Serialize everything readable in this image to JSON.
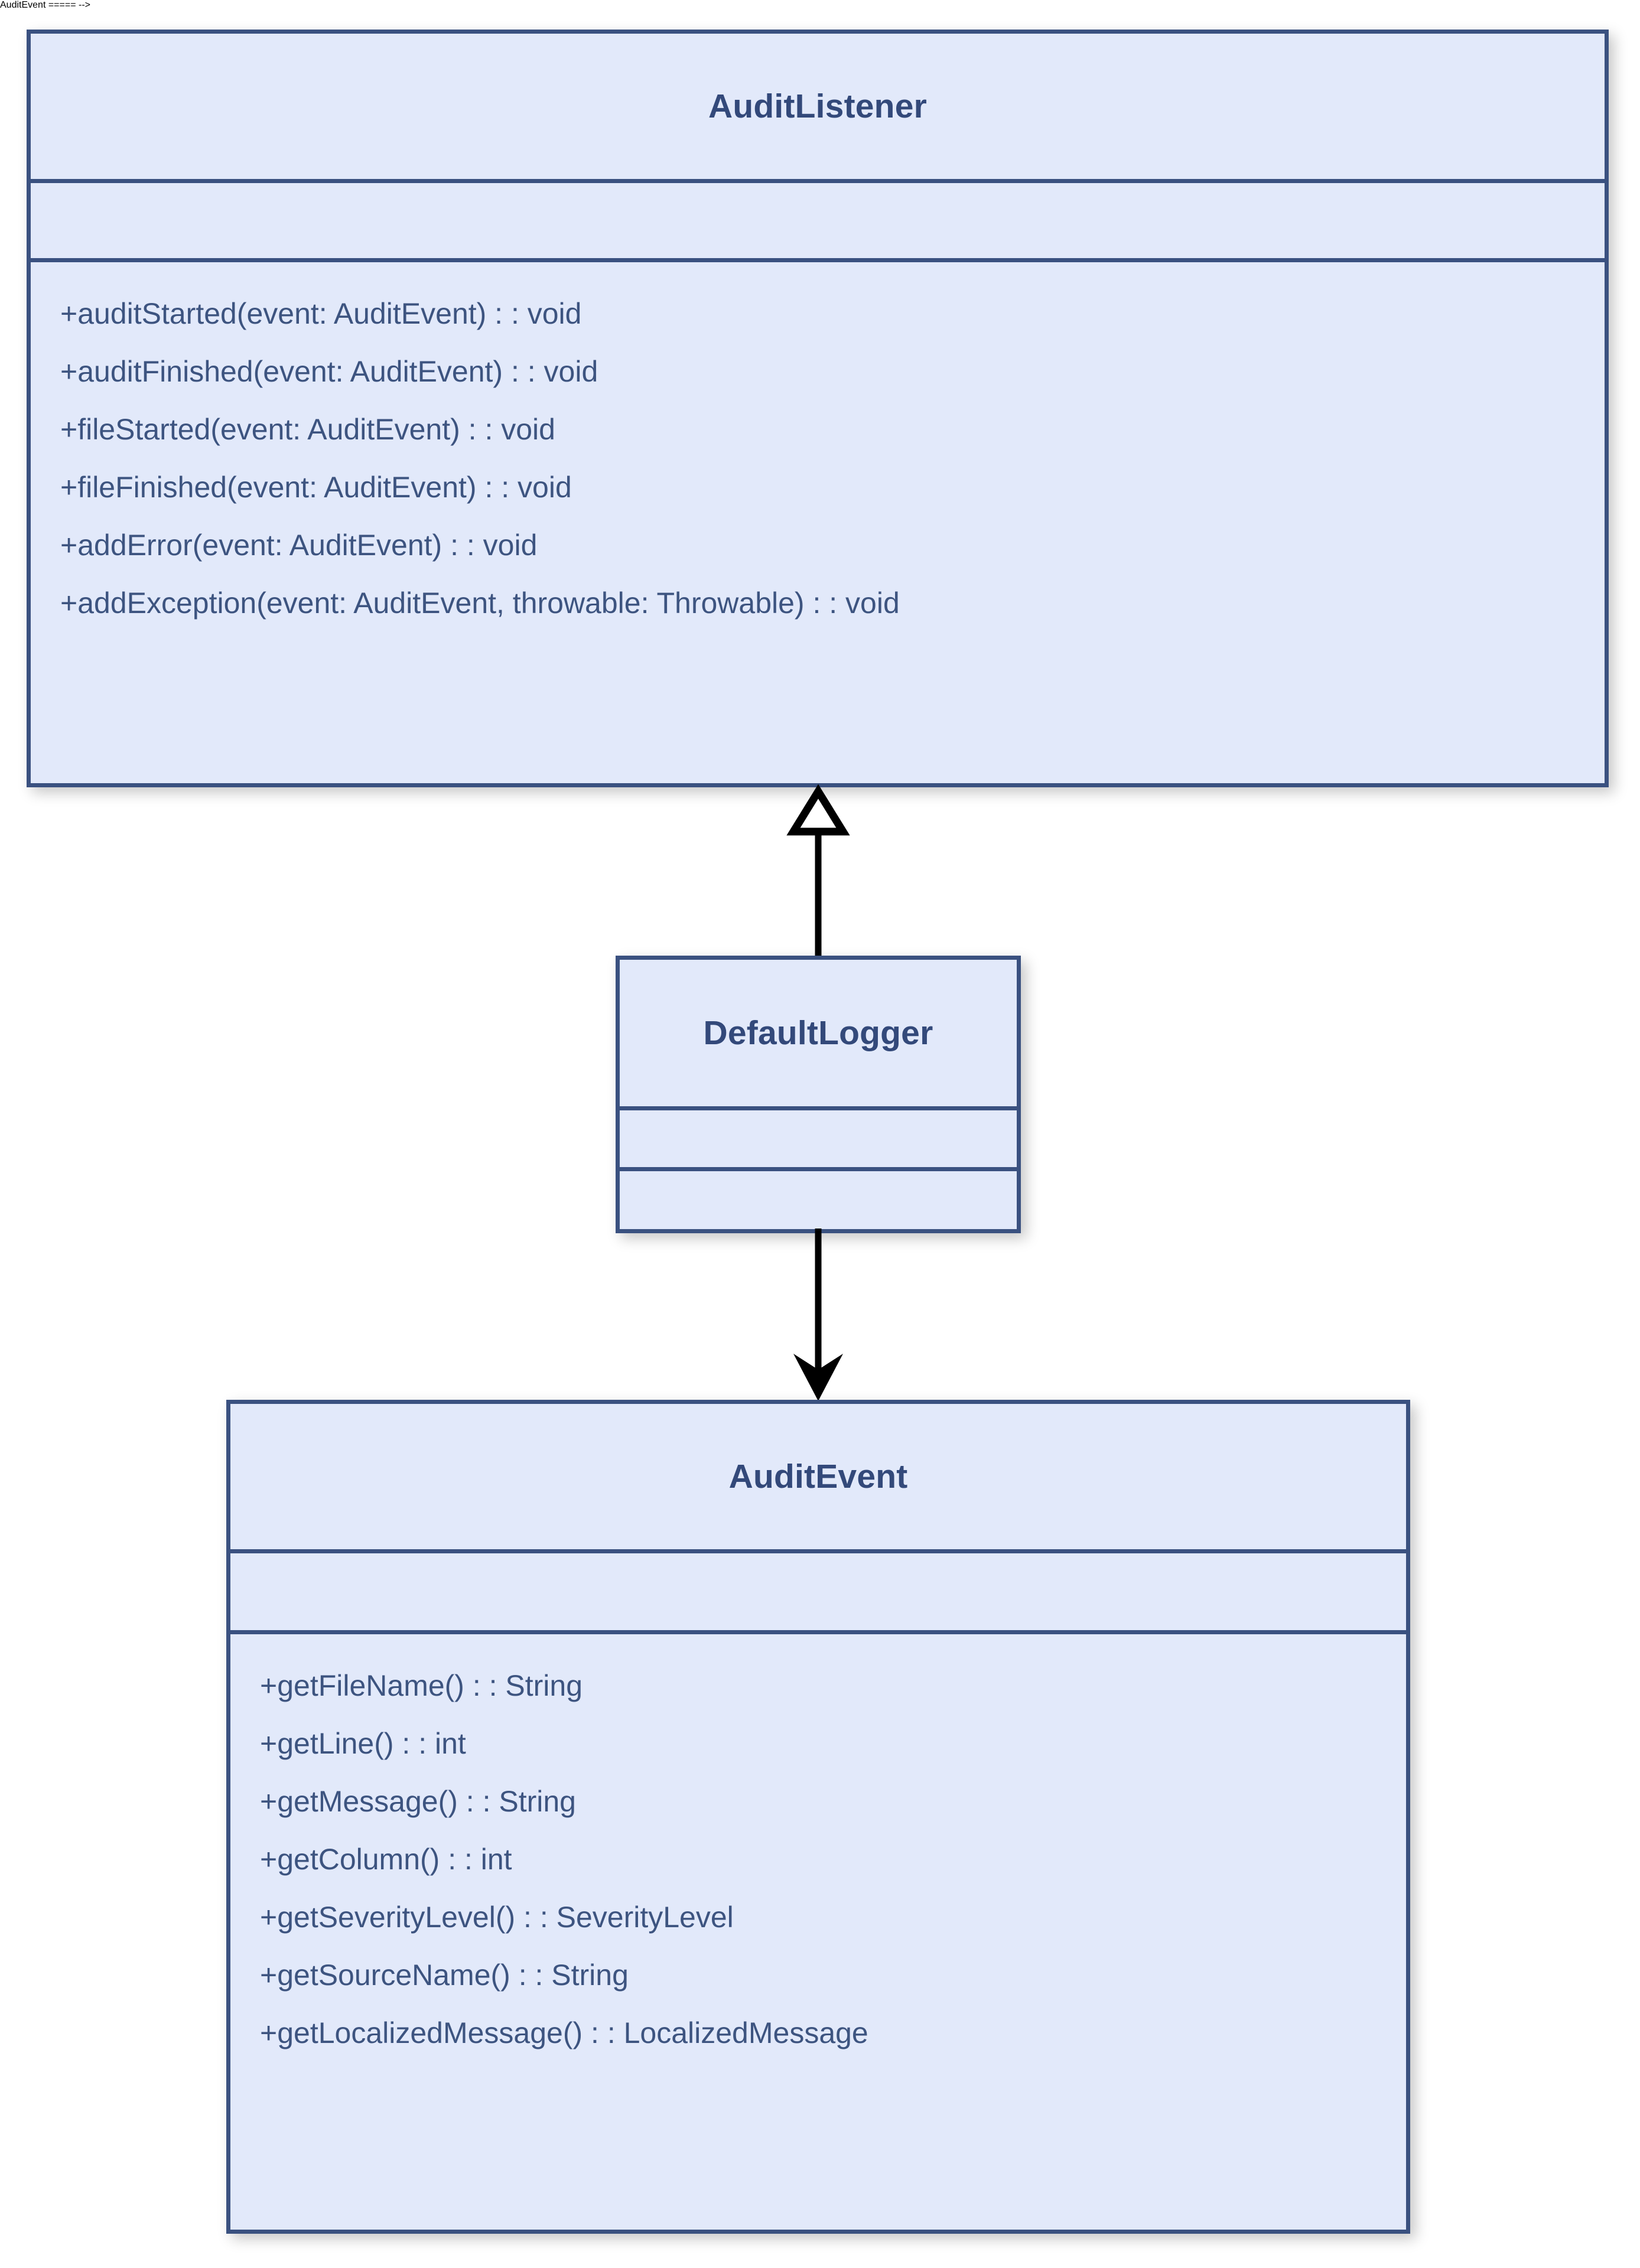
{
  "diagram": {
    "type": "uml-class-diagram",
    "background_color": "#ffffff",
    "class_fill_color": "#e2e9fa",
    "class_border_color": "#3a5180",
    "class_title_color": "#33497a",
    "member_text_color": "#3d5480",
    "connector_color": "#000000"
  },
  "classes": {
    "audit_listener": {
      "name": "AuditListener",
      "attributes": [],
      "methods": [
        "+auditStarted(event: AuditEvent) : : void",
        "+auditFinished(event: AuditEvent) : : void",
        "+fileStarted(event: AuditEvent) : : void",
        "+fileFinished(event: AuditEvent) : : void",
        "+addError(event: AuditEvent) : : void",
        "+addException(event: AuditEvent, throwable: Throwable) : : void"
      ]
    },
    "default_logger": {
      "name": "DefaultLogger",
      "attributes": [],
      "methods": []
    },
    "audit_event": {
      "name": "AuditEvent",
      "attributes": [],
      "methods": [
        "+getFileName() : : String",
        "+getLine() : : int",
        "+getMessage() : : String",
        "+getColumn() : : int",
        "+getSeverityLevel() : : SeverityLevel",
        "+getSourceName() : : String",
        "+getLocalizedMessage() : : LocalizedMessage"
      ]
    }
  },
  "relationships": [
    {
      "id": "generalization",
      "from": "DefaultLogger",
      "to": "AuditListener",
      "kind": "generalization",
      "arrowhead": "hollow-triangle",
      "direction": "up"
    },
    {
      "id": "dependency",
      "from": "DefaultLogger",
      "to": "AuditEvent",
      "kind": "dependency",
      "arrowhead": "solid-arrow",
      "direction": "down"
    }
  ]
}
